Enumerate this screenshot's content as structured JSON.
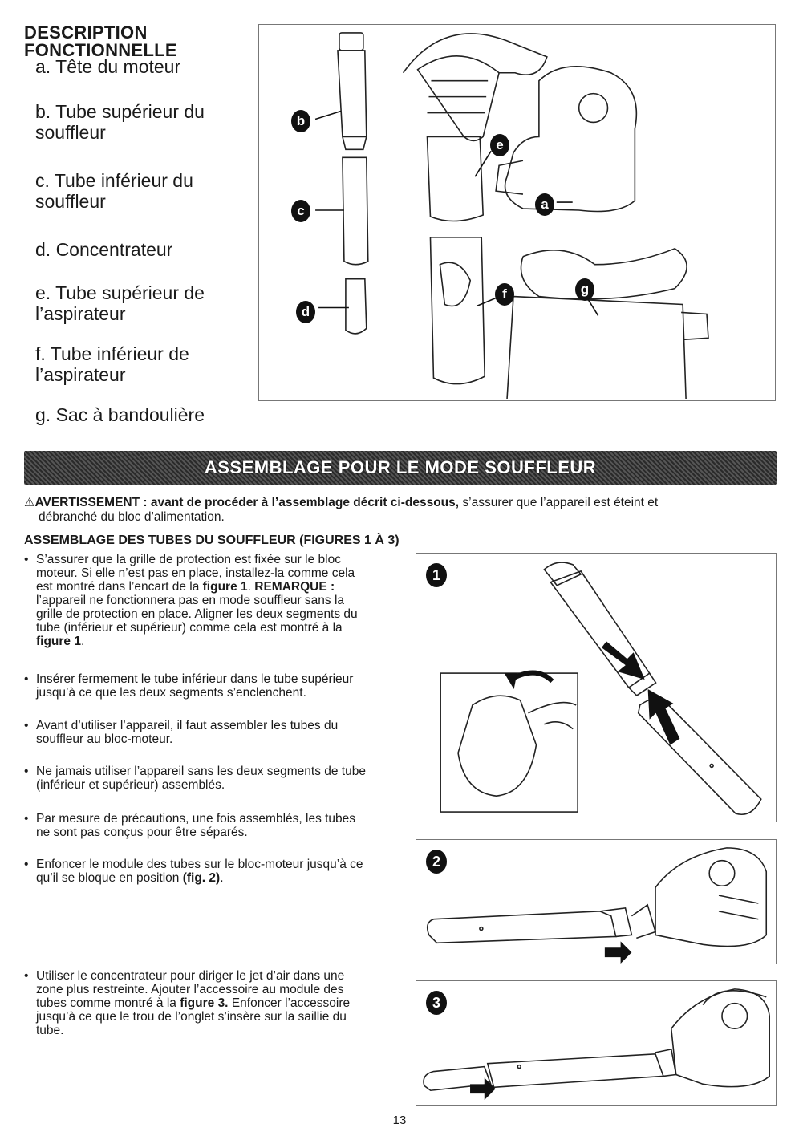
{
  "description": {
    "title_line1": "DESCRIPTION",
    "title_line2": "FONCTIONNELLE",
    "items": [
      {
        "line1": "a. Tête du moteur",
        "line2": ""
      },
      {
        "line1": "b. Tube supérieur du",
        "line2": "souffleur"
      },
      {
        "line1": "c. Tube inférieur du",
        "line2": "souffleur"
      },
      {
        "line1": "d. Concentrateur",
        "line2": ""
      },
      {
        "line1": "e. Tube supérieur de",
        "line2": "l’aspirateur"
      },
      {
        "line1": "f. Tube inférieur de",
        "line2": "l’aspirateur"
      },
      {
        "line1": "g. Sac à bandoulière",
        "line2": ""
      }
    ],
    "callouts": {
      "a": "a",
      "b": "b",
      "c": "c",
      "d": "d",
      "e": "e",
      "f": "f",
      "g": "g"
    }
  },
  "banner": {
    "text": "ASSEMBLAGE POUR LE MODE SOUFFLEUR"
  },
  "warning": {
    "icon": "⚠",
    "label": "AVERTISSEMENT :",
    "bold_text": "avant de procéder à l’assemblage décrit ci-dessous,",
    "text_line1": " s’assurer que l’appareil est éteint et",
    "text_line2": "débranché du bloc d’alimentation."
  },
  "section": {
    "heading": "ASSEMBLAGE DES TUBES DU SOUFFLEUR (FIGURES 1 À 3)"
  },
  "bullets": [
    {
      "lines": [
        "S’assurer que la grille de protection est fixée sur le bloc",
        "moteur. Si elle n’est pas en place, installez-la comme cela"
      ],
      "l3a": "est montré dans l’encart de la ",
      "l3b": "figure 1",
      "l3c": ". ",
      "l3d": "REMARQUE :",
      "lines2": [
        "l’appareil ne fonctionnera pas en mode souffleur sans la",
        "grille de protection en place. Aligner les deux segments du",
        "tube (inférieur et supérieur) comme cela est montré à la"
      ],
      "l7": "figure 1",
      "l7b": "."
    },
    {
      "lines": [
        "Insérer fermement le tube inférieur dans le tube supérieur",
        "jusqu’à ce que les deux segments s’enclenchent."
      ]
    },
    {
      "lines": [
        "Avant d’utiliser l’appareil, il faut assembler les tubes du",
        "souffleur au bloc-moteur."
      ]
    },
    {
      "lines": [
        "Ne jamais utiliser l’appareil sans les deux segments de tube",
        "(inférieur et supérieur) assemblés."
      ]
    },
    {
      "lines": [
        "Par mesure de précautions, une fois assemblés, les tubes",
        "ne sont pas conçus pour être séparés."
      ]
    },
    {
      "lines": [
        "Enfoncer le module des tubes sur le bloc-moteur jusqu’à ce"
      ],
      "l2a": "qu’il se bloque en position ",
      "l2b": "(fig. 2)",
      "l2c": "."
    },
    {
      "lines": [
        "Utiliser le concentrateur pour diriger le jet d’air dans une",
        "zone plus restreinte. Ajouter l’accessoire au module des"
      ],
      "l3a": "tubes comme montré à la ",
      "l3b": "figure 3.",
      "l3c": " Enfoncer l’accessoire",
      "lines2": [
        "jusqu’à ce que le trou de l’onglet s’insère sur la saillie du",
        "tube."
      ]
    }
  ],
  "figures": {
    "fig1": "1",
    "fig2": "2",
    "fig3": "3"
  },
  "page": {
    "number": "13"
  }
}
